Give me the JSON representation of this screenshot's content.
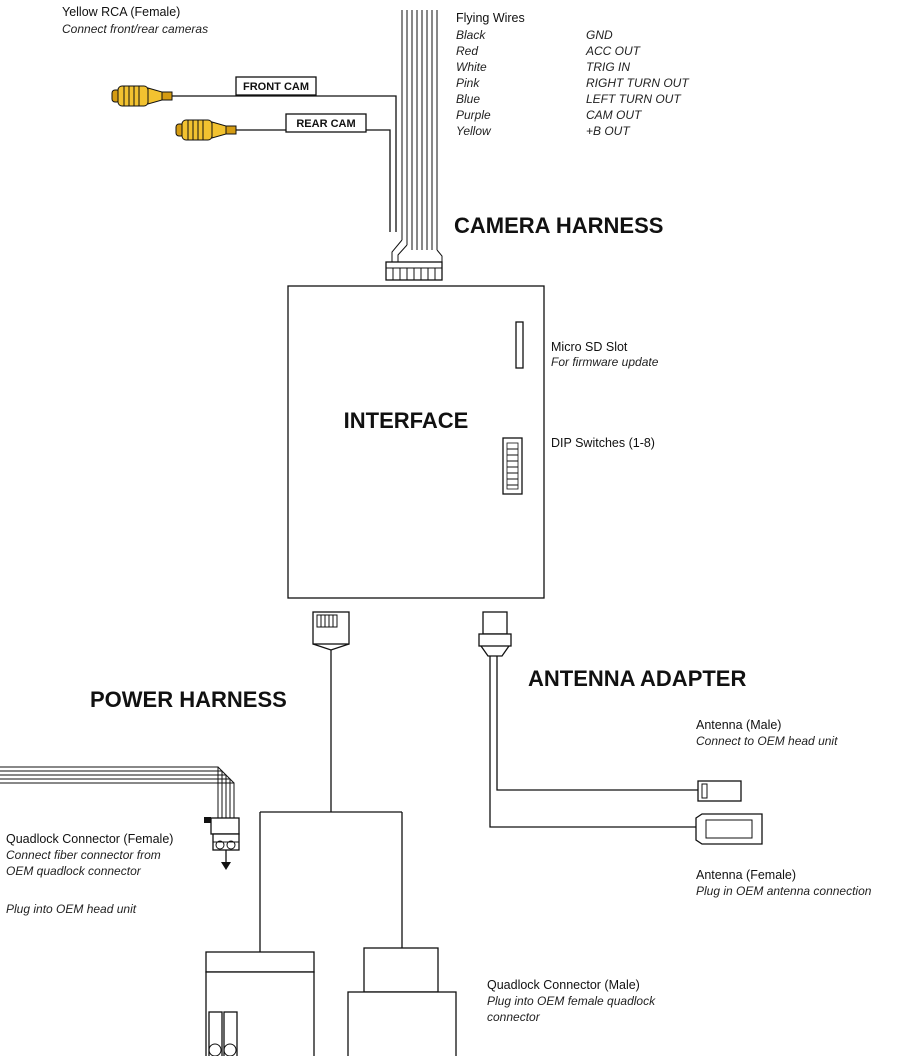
{
  "labels": {
    "rca_title": "Yellow RCA (Female)",
    "rca_desc": "Connect front/rear cameras",
    "front_cam": "FRONT CAM",
    "rear_cam": "REAR CAM",
    "flying_title": "Flying Wires",
    "camera_harness": "CAMERA HARNESS",
    "interface": "INTERFACE",
    "sd_title": "Micro SD Slot",
    "sd_desc": "For firmware update",
    "dip_title": "DIP Switches (1-8)",
    "antenna_adapter": "ANTENNA ADAPTER",
    "power_harness": "POWER HARNESS",
    "ant_male_title": "Antenna (Male)",
    "ant_male_desc": "Connect to OEM head unit",
    "ant_female_title": "Antenna (Female)",
    "ant_female_desc": "Plug in OEM antenna connection",
    "ql_female_title": "Quadlock Connector (Female)",
    "ql_female_desc1": "Connect fiber connector from",
    "ql_female_desc2": "OEM quadlock connector",
    "ql_female_desc3": "Plug into OEM head unit",
    "ql_male_title": "Quadlock Connector (Male)",
    "ql_male_desc1": "Plug into OEM female quadlock",
    "ql_male_desc2": "connector"
  },
  "wires": [
    {
      "color": "Black",
      "function": "GND"
    },
    {
      "color": "Red",
      "function": "ACC OUT"
    },
    {
      "color": "White",
      "function": "TRIG IN"
    },
    {
      "color": "Pink",
      "function": "RIGHT TURN OUT"
    },
    {
      "color": "Blue",
      "function": "LEFT TURN OUT"
    },
    {
      "color": "Purple",
      "function": "CAM OUT"
    },
    {
      "color": "Yellow",
      "function": "+B OUT"
    }
  ],
  "colors": {
    "rca_yellow": "#f2c230",
    "rca_gold": "#d49b12",
    "line": "#111111"
  }
}
